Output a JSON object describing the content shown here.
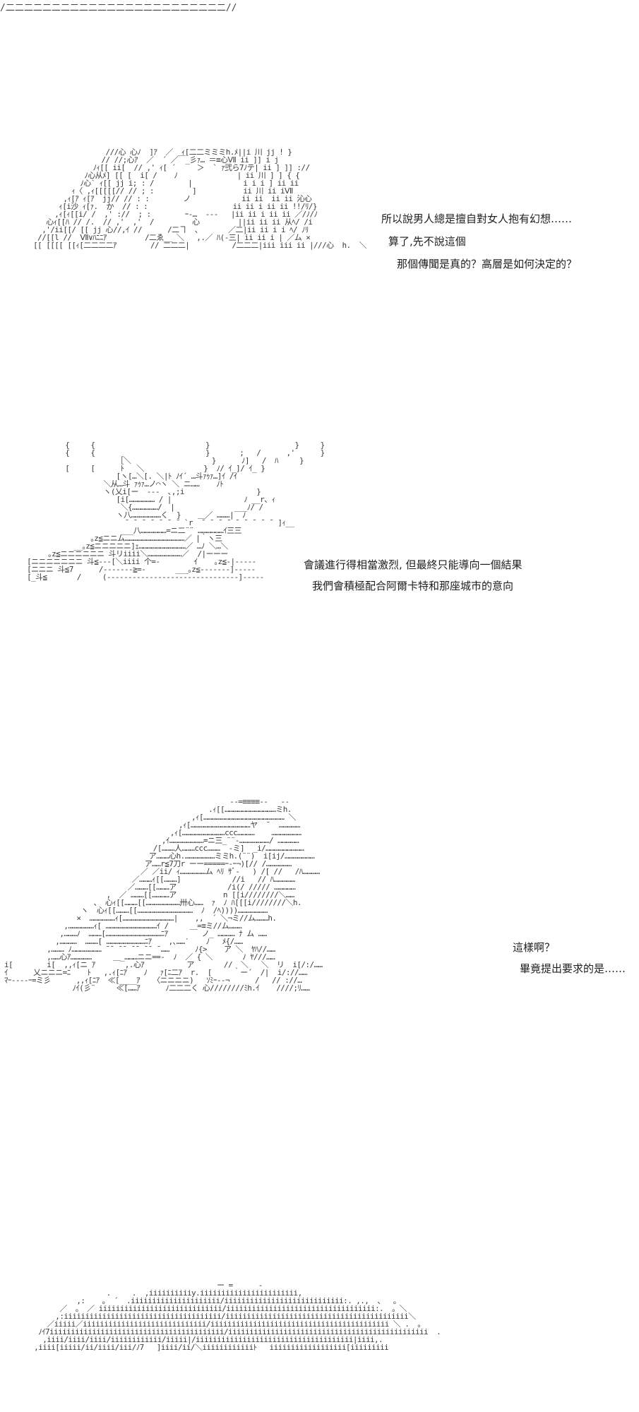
{
  "header_divider": "/二二二二二二二二二二二二二二二二二二二二二二二二//",
  "panels": [
    {
      "lines": [
        "所以說男人總是擅自對女人抱有幻想……",
        "算了,先不說這個",
        "那個傳聞是真的？高層是如何決定的？"
      ]
    },
    {
      "lines": [
        "會議進行得相當激烈, 但最終只能導向一個結果",
        "我們會積極配合阿爾卡特和那座城市的意向"
      ]
    },
    {
      "lines": [
        "這樣啊？",
        "畢竟提出要求的是……"
      ]
    }
  ],
  "colors": {
    "background": "#ffffff",
    "text": "#1e1e1e",
    "art": "#3a3a3a"
  }
}
